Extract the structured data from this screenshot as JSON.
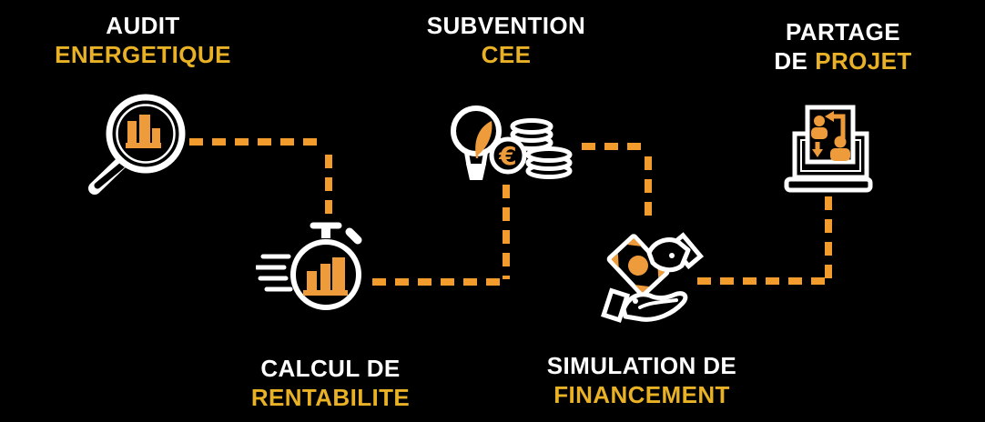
{
  "colors": {
    "background": "#000000",
    "text-white": "#ffffff",
    "accent-gold": "#e9b125",
    "accent-orange": "#f39c2e",
    "icon-orange": "#ee9c3b"
  },
  "diagram": {
    "type": "process-flow",
    "connector_style": "dashed-orange",
    "steps": [
      {
        "name": "audit-energetique",
        "line1": "AUDIT",
        "line2_white": "",
        "line2_accent": "ENERGETIQUE",
        "icon": "magnifier-bar-chart-icon"
      },
      {
        "name": "calcul-de-rentabilite",
        "line1": "CALCUL DE",
        "line2_white": "",
        "line2_accent": "RENTABILITE",
        "icon": "stopwatch-bar-chart-icon"
      },
      {
        "name": "subvention-cee",
        "line1": "SUBVENTION",
        "line2_white": "",
        "line2_accent": "CEE",
        "icon": "bulb-leaf-euro-coins-icon"
      },
      {
        "name": "simulation-de-financement",
        "line1": "SIMULATION DE",
        "line2_white": "",
        "line2_accent": "FINANCEMENT",
        "icon": "hands-money-exchange-icon"
      },
      {
        "name": "partage-de-projet",
        "line1": "PARTAGE",
        "line2_white": "DE",
        "line2_accent": "PROJET",
        "icon": "laptop-share-people-icon"
      }
    ]
  }
}
